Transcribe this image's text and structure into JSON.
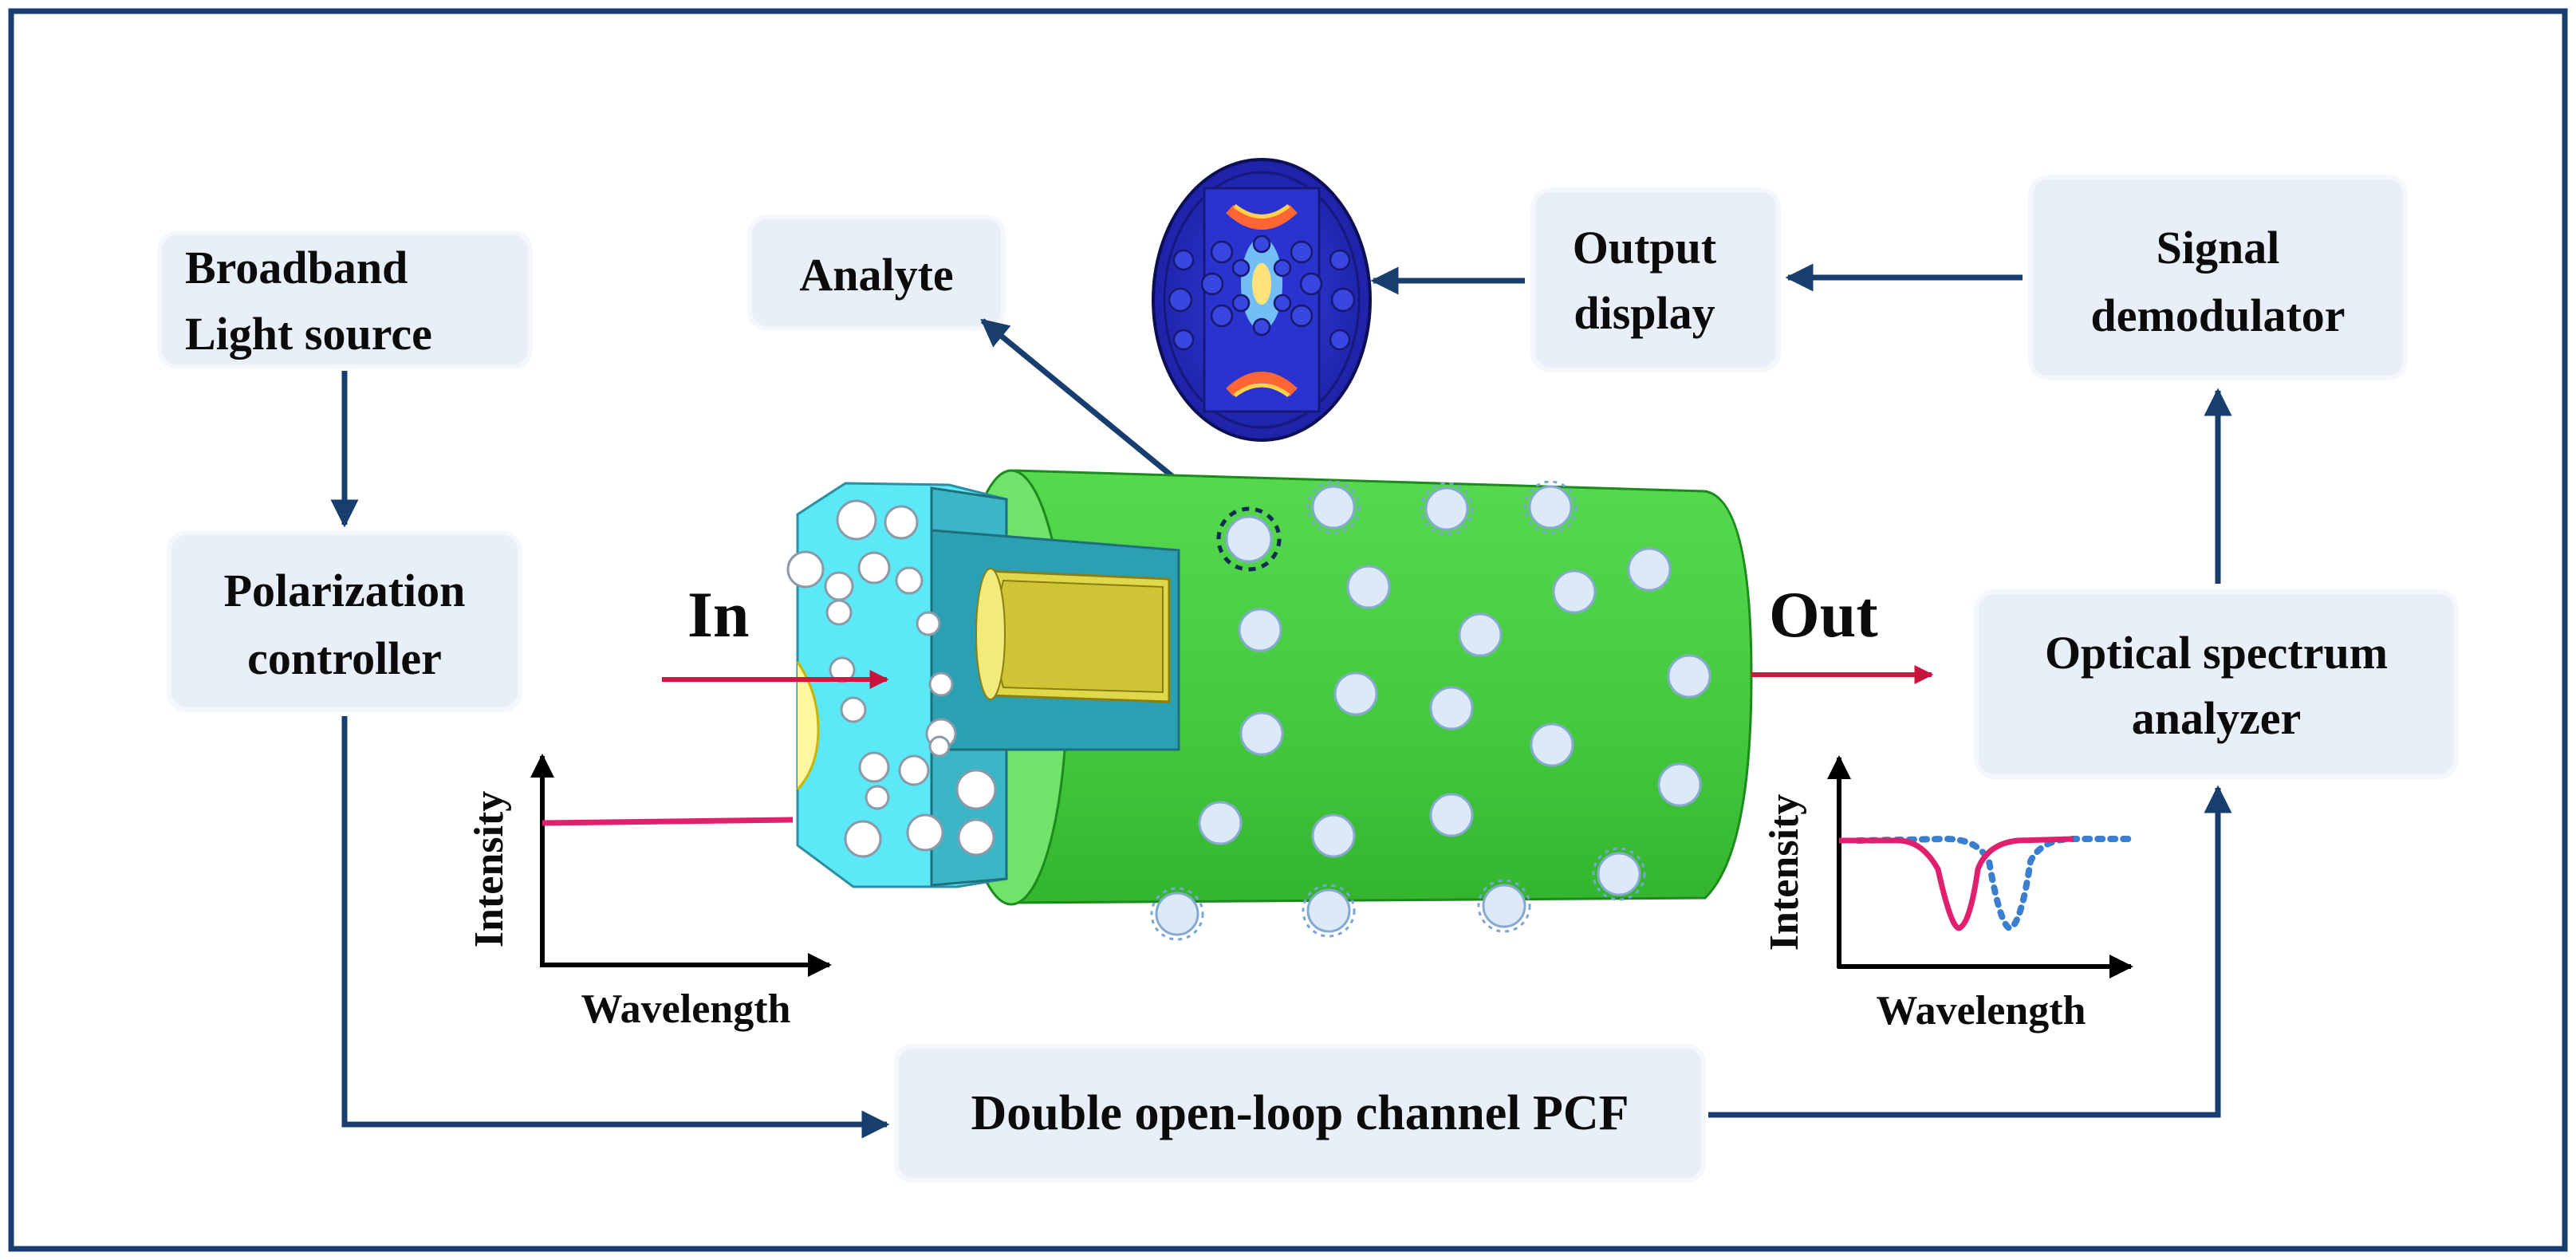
{
  "nodes": {
    "source": {
      "line1": "Broadband",
      "line2": "Light source"
    },
    "polarizer": {
      "line1": "Polarization",
      "line2": "controller"
    },
    "pcf": {
      "label": "Double open-loop channel PCF"
    },
    "osa": {
      "line1": "Optical spectrum",
      "line2": "analyzer"
    },
    "demod": {
      "line1": "Signal",
      "line2": "demodulator"
    },
    "display": {
      "line1": "Output",
      "line2": "display"
    },
    "analyte": {
      "label": "Analyte"
    }
  },
  "fiber": {
    "in_label": "In",
    "out_label": "Out"
  },
  "plots": {
    "input": {
      "ylabel": "Intensity",
      "xlabel": "Wavelength"
    },
    "output": {
      "ylabel": "Intensity",
      "xlabel": "Wavelength"
    }
  },
  "colors": {
    "frame": "#173e6e",
    "arrow": "#173e6e",
    "box_fill": "#e8eff8",
    "fiber_green": "#4fd44f",
    "core_cyan": "#5fe8f5",
    "beam": "#ff3b5c",
    "spectrum_solid": "#e0206e",
    "spectrum_dotted": "#3a7fcf"
  }
}
